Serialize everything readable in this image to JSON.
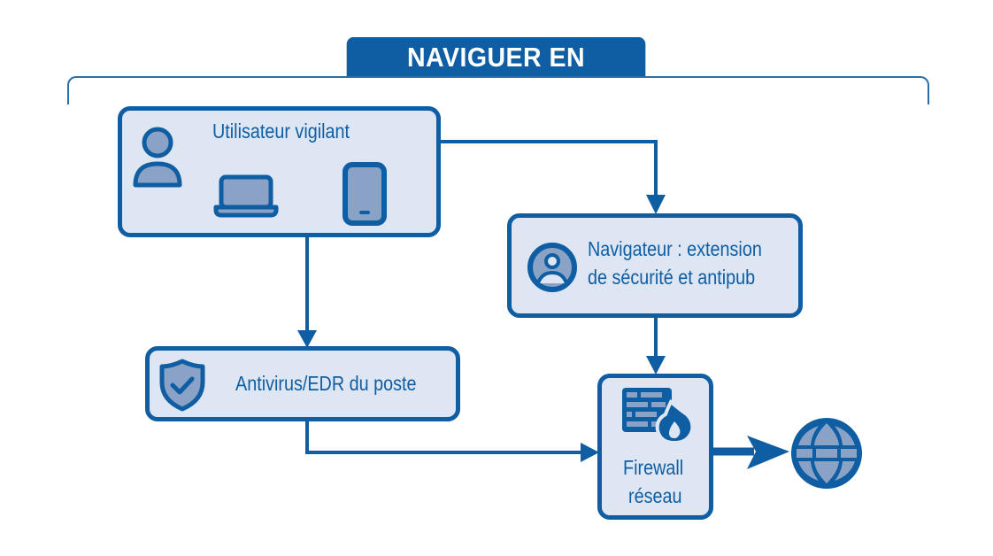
{
  "title": "NAVIGUER EN SÉCURITÉ",
  "colors": {
    "primary": "#0f5ea3",
    "box_fill": "#dde6f2",
    "icon_fill": "#8aa2c6"
  },
  "nodes": {
    "user": {
      "label": "Utilisateur vigilant",
      "icons": [
        "user-icon",
        "laptop-icon",
        "smartphone-icon"
      ]
    },
    "browser": {
      "label_line1": "Navigateur : extension",
      "label_line2": "de sécurité et antipub",
      "icon": "user-circle-icon"
    },
    "antivirus": {
      "label": "Antivirus/EDR du poste",
      "icon": "shield-check-icon"
    },
    "firewall": {
      "label_line1": "Firewall",
      "label_line2": "réseau",
      "icon": "firewall-icon"
    },
    "internet": {
      "icon": "globe-icon"
    }
  },
  "edges": [
    {
      "from": "user",
      "to": "browser"
    },
    {
      "from": "user",
      "to": "antivirus"
    },
    {
      "from": "browser",
      "to": "firewall"
    },
    {
      "from": "antivirus",
      "to": "firewall"
    },
    {
      "from": "firewall",
      "to": "internet"
    }
  ]
}
